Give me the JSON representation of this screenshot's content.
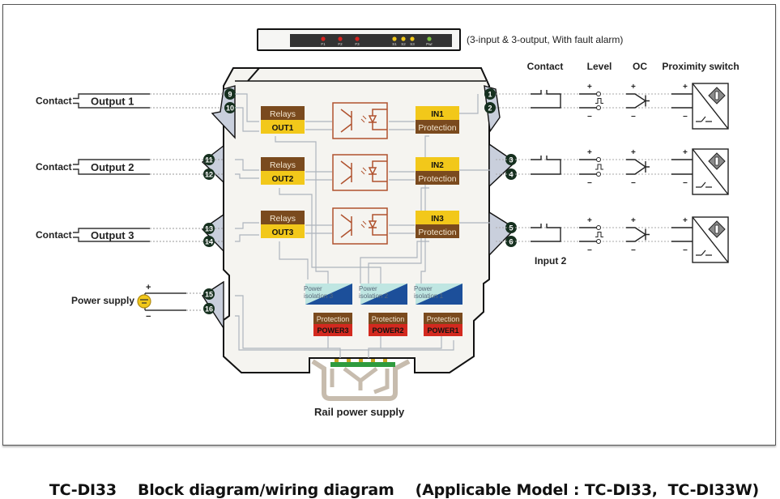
{
  "front_panel": {
    "note": "(3-input & 3-output, With fault alarm)",
    "leds": [
      {
        "label": "F1",
        "color": "#d9231f"
      },
      {
        "label": "F2",
        "color": "#d9231f"
      },
      {
        "label": "F3",
        "color": "#d9231f"
      },
      {
        "label": "S1",
        "color": "#f2c81a"
      },
      {
        "label": "S2",
        "color": "#f2c81a"
      },
      {
        "label": "S3",
        "color": "#f2c81a"
      },
      {
        "label": "Pwr",
        "color": "#7cc242"
      }
    ]
  },
  "left_side": {
    "outputs": [
      {
        "contact": "Contact",
        "label": "Output 1",
        "terminals": [
          "9",
          "10"
        ]
      },
      {
        "contact": "Contact",
        "label": "Output 2",
        "terminals": [
          "11",
          "12"
        ]
      },
      {
        "contact": "Contact",
        "label": "Output 3",
        "terminals": [
          "13",
          "14"
        ]
      }
    ],
    "power": {
      "label": "Power supply",
      "plus": "+",
      "minus": "−",
      "terminals": [
        "15",
        "16"
      ]
    }
  },
  "right_side": {
    "headers": [
      "Contact",
      "Level",
      "OC",
      "Proximity switch"
    ],
    "inputs": [
      {
        "terminals": [
          "1",
          "2"
        ]
      },
      {
        "terminals": [
          "3",
          "4"
        ]
      },
      {
        "terminals": [
          "5",
          "6"
        ]
      }
    ],
    "input_label": "Input 2",
    "plus": "+",
    "minus": "−"
  },
  "module": {
    "relays": [
      {
        "top": "Relays",
        "bottom": "OUT1"
      },
      {
        "top": "Relays",
        "bottom": "OUT2"
      },
      {
        "top": "Relays",
        "bottom": "OUT3"
      }
    ],
    "inputs": [
      {
        "top": "IN1",
        "bottom": "Protection"
      },
      {
        "top": "IN2",
        "bottom": "Protection"
      },
      {
        "top": "IN3",
        "bottom": "Protection"
      }
    ],
    "power_isolation": [
      {
        "line1": "Power",
        "line2": "isolation 3",
        "prot": "Protection",
        "power": "POWER3"
      },
      {
        "line1": "Power",
        "line2": "isolation 2",
        "prot": "Protection",
        "power": "POWER2"
      },
      {
        "line1": "Power",
        "line2": "isolation 1",
        "prot": "Protection",
        "power": "POWER1"
      }
    ],
    "rail_label": "Rail power supply"
  },
  "caption": {
    "model": "TC-DI33",
    "title": "Block diagram/wiring diagram",
    "applicable": "(Applicable Model : TC-DI33,  TC-DI33W)"
  },
  "colors": {
    "brown": "#7a4a1e",
    "yellow": "#f2c81a",
    "red": "#d3291f",
    "blue": "#1c4f9a",
    "teal": "#bfe6e2",
    "opto": "#b0522e",
    "terminal_fill": "#c9cfdc",
    "terminal_dot": "#16301f"
  }
}
